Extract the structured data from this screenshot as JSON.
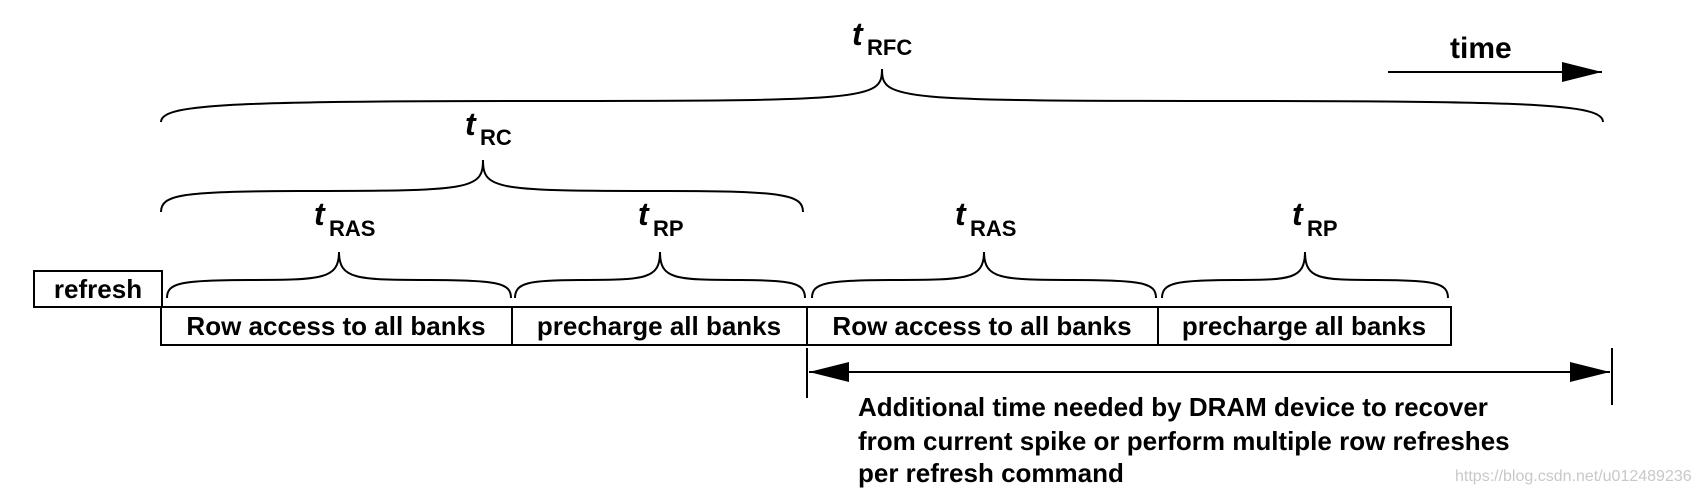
{
  "refresh_label": "refresh",
  "time_label": "time",
  "segments": [
    {
      "label": "Row access to all banks"
    },
    {
      "label": "precharge all banks"
    },
    {
      "label": "Row access to all banks"
    },
    {
      "label": "precharge all banks"
    }
  ],
  "timing": {
    "trfc": {
      "t": "t",
      "sub": "RFC"
    },
    "trc": {
      "t": "t",
      "sub": "RC"
    },
    "tras1": {
      "t": "t",
      "sub": "RAS"
    },
    "trp1": {
      "t": "t",
      "sub": "RP"
    },
    "tras2": {
      "t": "t",
      "sub": "RAS"
    },
    "trp2": {
      "t": "t",
      "sub": "RP"
    }
  },
  "note_lines": [
    "Additional time needed by DRAM device to recover",
    "from current spike or perform multiple row refreshes",
    "per refresh command"
  ],
  "watermark": "https://blog.csdn.net/u012489236"
}
